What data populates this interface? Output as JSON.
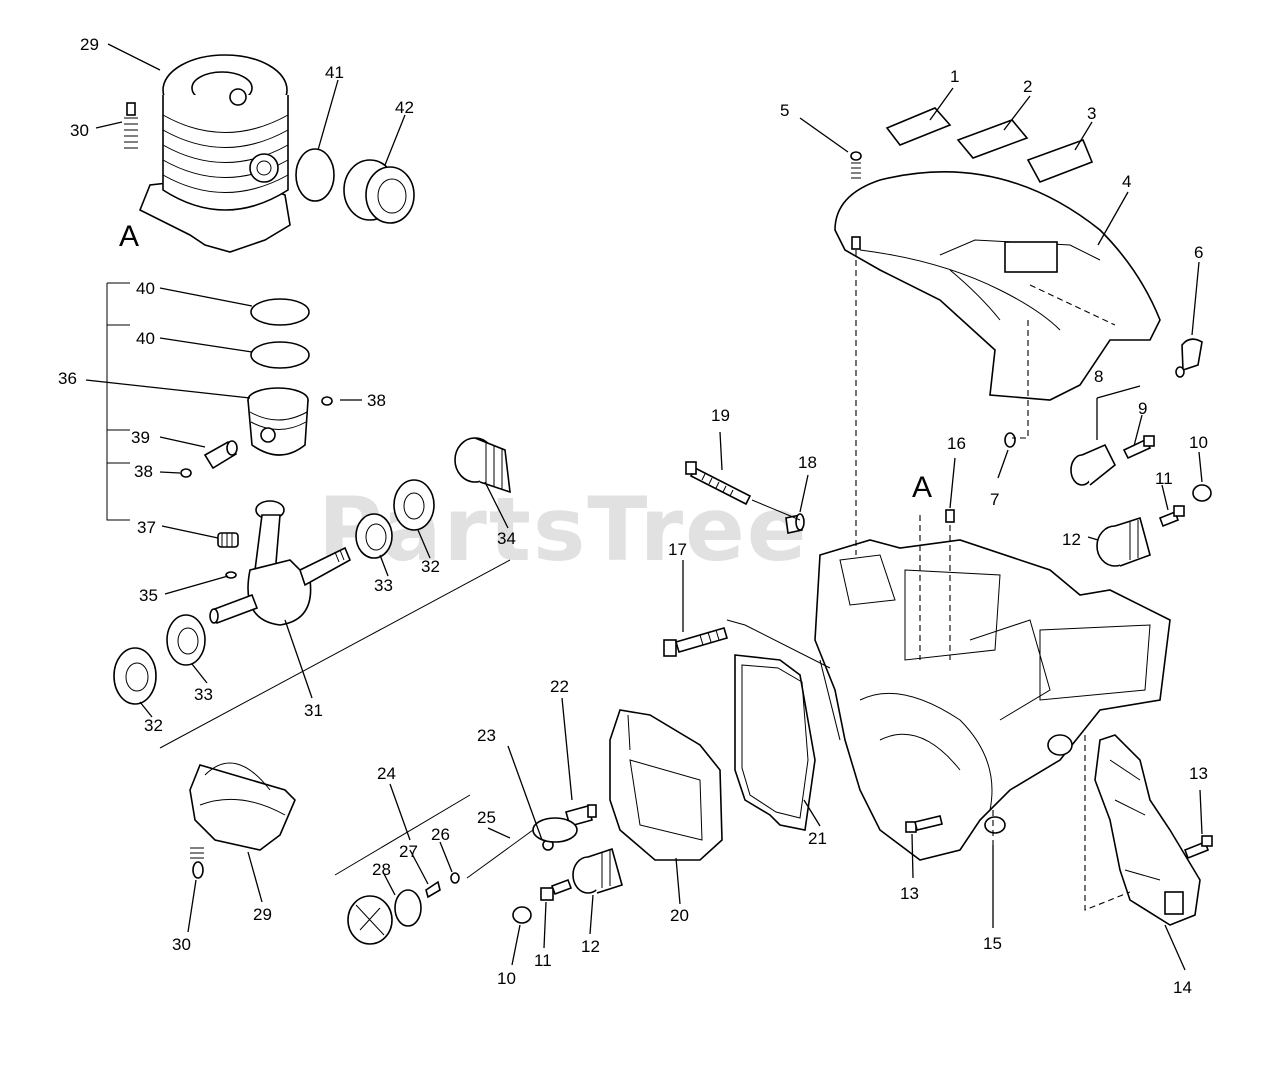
{
  "watermark": "PartsTree",
  "labels": [
    "29",
    "30",
    "41",
    "42",
    "40",
    "40",
    "36",
    "38",
    "39",
    "38",
    "37",
    "35",
    "33",
    "32",
    "34",
    "31",
    "32",
    "33",
    "1",
    "2",
    "3",
    "5",
    "4",
    "6",
    "8",
    "9",
    "10",
    "11",
    "12",
    "19",
    "18",
    "16",
    "7",
    "17",
    "22",
    "23",
    "24",
    "25",
    "26",
    "27",
    "28",
    "30",
    "29",
    "10",
    "11",
    "12",
    "20",
    "21",
    "13",
    "15",
    "13",
    "14"
  ],
  "datum_letters": [
    "A",
    "A"
  ]
}
